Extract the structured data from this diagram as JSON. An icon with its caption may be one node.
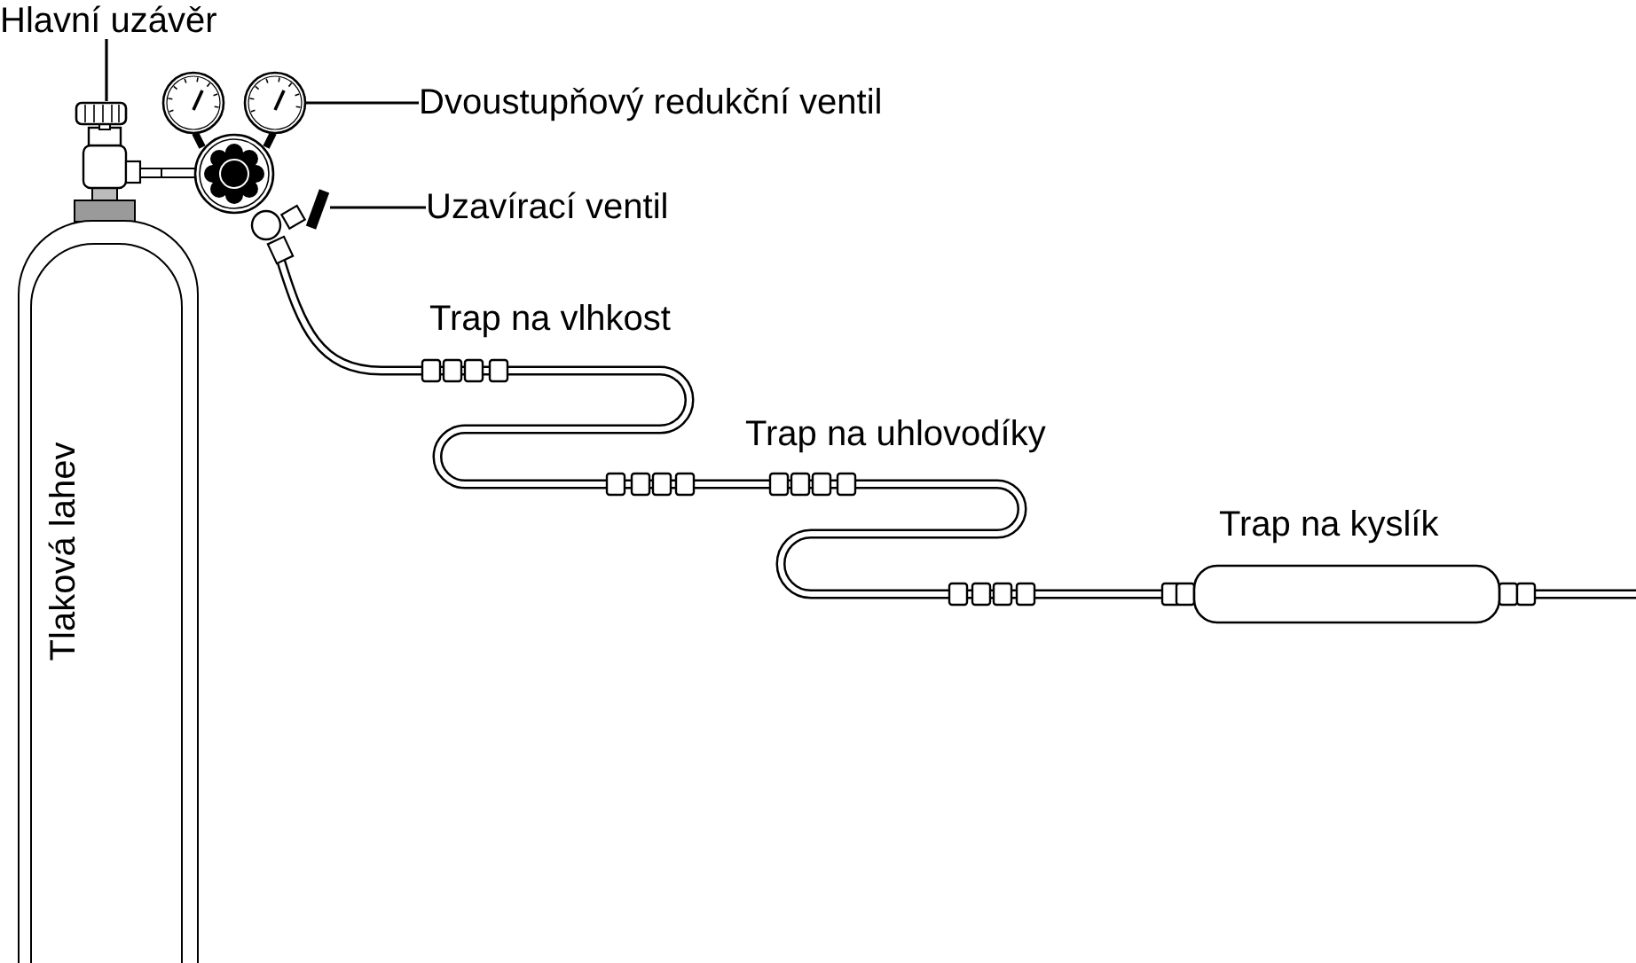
{
  "diagram": {
    "nodes": [
      {
        "text": [
          "Tlaková lahev"
        ]
      },
      {
        "text": [
          "Hlavní uzávěr"
        ]
      },
      {
        "text": [],
        "shape": "picture"
      },
      {
        "text": [
          "Dvoustupňový redukční ventil"
        ]
      },
      {
        "text": [],
        "shape": "picture"
      },
      {
        "text": [
          "Uzavírací ventil"
        ]
      },
      {
        "text": [],
        "shape": "picture"
      }
    ],
    "edges": [
      {
        "from": 1,
        "to": 2,
        "arrow": "none"
      },
      {
        "from": 3,
        "to": 4,
        "arrow": "none"
      },
      {
        "from": 5,
        "to": 6,
        "arrow": "none"
      }
    ],
    "labels": [
      "Trap na vlhkost",
      "Trap na uhlovodíky",
      "Trap na kyslík"
    ]
  }
}
